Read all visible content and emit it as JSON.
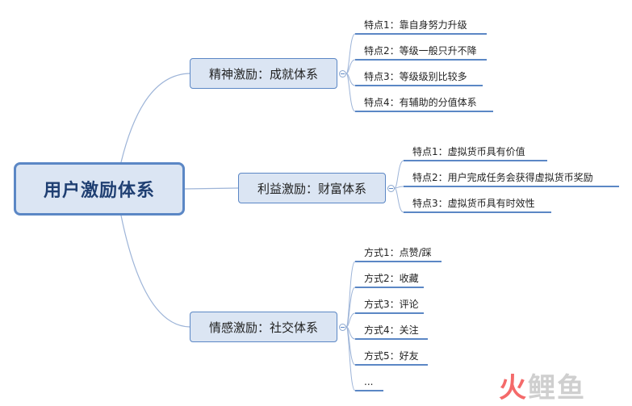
{
  "root": {
    "label": "用户激励体系"
  },
  "branches": [
    {
      "label": "精神激励：成就体系",
      "items": [
        "特点1：靠自身努力升级",
        "特点2：等级一般只升不降",
        "特点3：等级级别比较多",
        "特点4：有辅助的分值体系"
      ]
    },
    {
      "label": "利益激励：财富体系",
      "items": [
        "特点1：虚拟货币具有价值",
        "特点2：用户完成任务会获得虚拟货币奖励",
        "特点3：虚拟货币具有时效性"
      ]
    },
    {
      "label": "情感激励：社交体系",
      "items": [
        "方式1：点赞/踩",
        "方式2：收藏",
        "方式3：评论",
        "方式4：关注",
        "方式5：好友",
        "..."
      ]
    }
  ],
  "watermark": {
    "chars": [
      "火",
      "鲤",
      "鱼"
    ]
  },
  "colors": {
    "line": "#5b87c5",
    "curve": "#9db4d8",
    "node_fill": "#dbe5f3",
    "root_text": "#1f3f72"
  }
}
